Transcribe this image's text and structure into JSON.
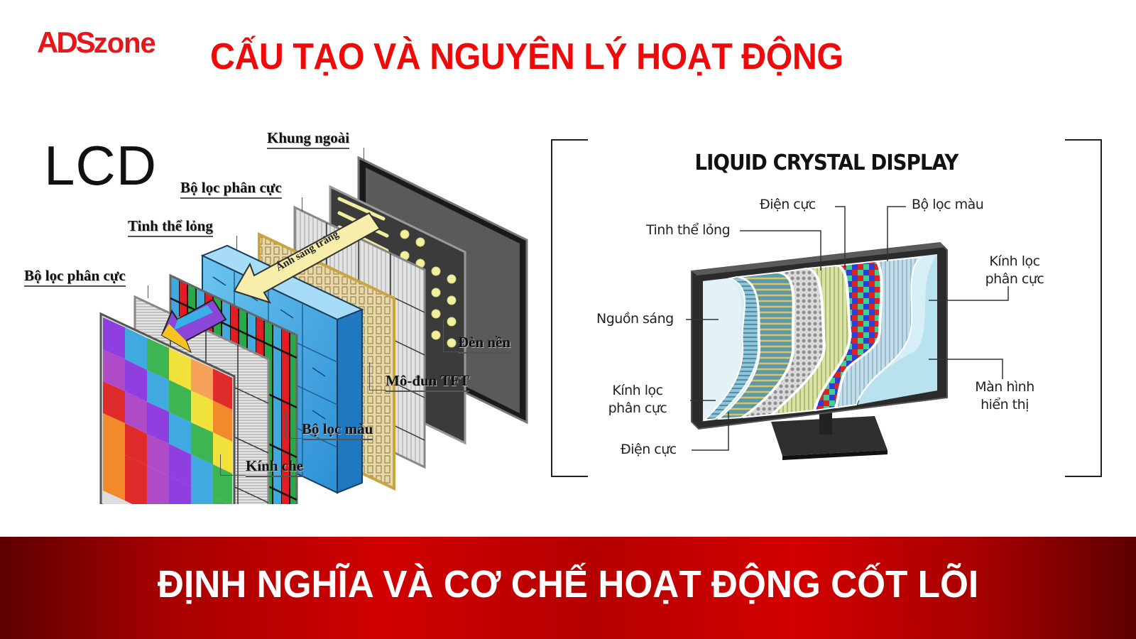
{
  "brand": {
    "logo_ads": "ADS",
    "logo_zone": "zone",
    "color": "#e8161b"
  },
  "header": {
    "title": "CẤU TẠO VÀ NGUYÊN LÝ HOẠT ĐỘNG",
    "color": "#ee0a0a"
  },
  "left_diagram": {
    "heading": "LCD",
    "arrow_label": "Ánh sáng trắng",
    "labels": {
      "outer_frame": "Khung ngoài",
      "polarizer_back": "Bộ lọc phân cực",
      "liquid_crystal": "Tinh thể lỏng",
      "polarizer_front": "Bộ lọc phân cực",
      "backlight": "Đèn nền",
      "tft_module": "Mô-đun TFT",
      "color_filter": "Bộ lọc màu",
      "cover_glass": "Kính che"
    },
    "layers_front_to_back": [
      "Kính che",
      "Bộ lọc phân cực",
      "Bộ lọc màu",
      "Tinh thể lỏng",
      "Mô-đun TFT",
      "Bộ lọc phân cực",
      "Đèn nền",
      "Khung ngoài"
    ]
  },
  "right_diagram": {
    "heading": "LIQUID CRYSTAL DISPLAY",
    "labels": {
      "electrode_top": "Điện cực",
      "color_filter": "Bộ lọc màu",
      "liquid_crystal": "Tinh thể lỏng",
      "polarizer_right_1": "Kính lọc",
      "polarizer_right_2": "phân cực",
      "light_source": "Nguồn sáng",
      "polarizer_left_1": "Kính lọc",
      "polarizer_left_2": "phân cực",
      "screen_1": "Màn hình",
      "screen_2": "hiển thị",
      "electrode_bottom": "Điện cực"
    }
  },
  "banner": {
    "text": "ĐỊNH NGHĨA VÀ CƠ CHẾ HOẠT ĐỘNG CỐT LÕI",
    "text_color": "#ffffff",
    "bg_color": "#c80000"
  }
}
